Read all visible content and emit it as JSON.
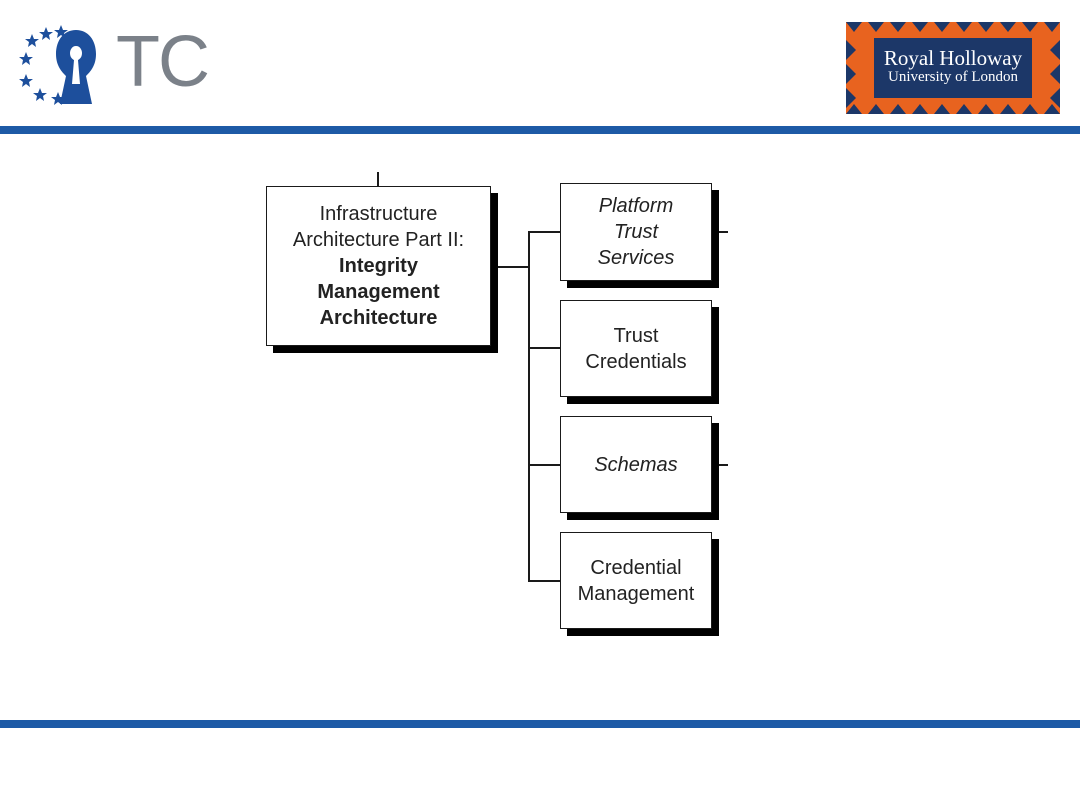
{
  "header": {
    "left_logo_text": "TC",
    "right_logo": {
      "line1": "Royal Holloway",
      "line2": "University of London"
    }
  },
  "colors": {
    "rule_blue": "#1d5aa6",
    "logo_star_blue": "#1d4f9c",
    "logo_gray": "#7b8189",
    "rh_orange": "#e8631f",
    "rh_navy": "#1c3768"
  },
  "diagram": {
    "root": {
      "line1": "Infrastructure",
      "line2": "Architecture Part II:",
      "line3": "Integrity",
      "line4": "Management",
      "line5": "Architecture"
    },
    "children": [
      {
        "line1": "Platform",
        "line2": "Trust",
        "line3": "Services"
      },
      {
        "line1": "Trust",
        "line2": "Credentials"
      },
      {
        "line1": "Schemas"
      },
      {
        "line1": "Credential",
        "line2": "Management"
      }
    ]
  }
}
